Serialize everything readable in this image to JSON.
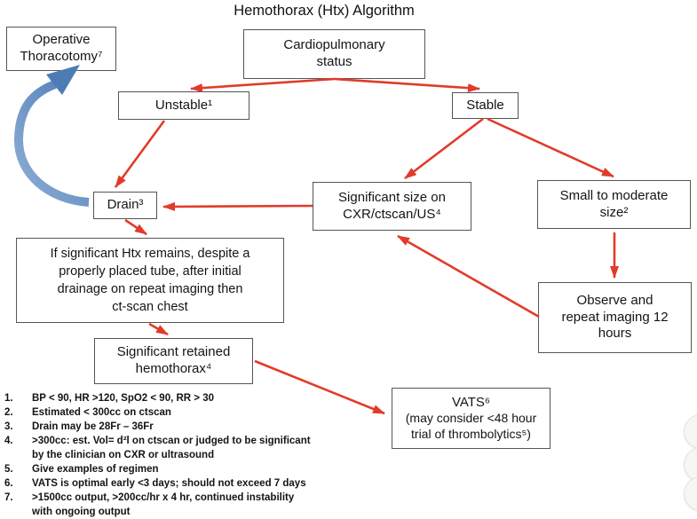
{
  "title": "Hemothorax (Htx) Algorithm",
  "nodes": {
    "operative_thoracotomy": {
      "label": "Operative\nThoracotomy⁷"
    },
    "cardiopulmonary": {
      "label": "Cardiopulmonary\nstatus"
    },
    "unstable": {
      "label": "Unstable¹"
    },
    "stable": {
      "label": "Stable"
    },
    "drain": {
      "label": "Drain³"
    },
    "significant_size": {
      "label": "Significant size on\nCXR/ctscan/US⁴"
    },
    "small_moderate": {
      "label": "Small to moderate\nsize²"
    },
    "htx_remains": {
      "label": "If significant Htx remains, despite a\nproperly placed tube,  after initial\ndrainage on repeat imaging then\nct-scan chest"
    },
    "observe": {
      "label": "Observe and\nrepeat imaging 12\nhours"
    },
    "retained_hemothorax": {
      "label": "Significant retained\nhemothorax⁴"
    },
    "vats": {
      "line1": "VATS⁶",
      "rest": "(may consider <48 hour\ntrial of thrombolytics⁵)"
    }
  },
  "footnotes": [
    {
      "num": "1.",
      "text": "BP < 90, HR >120, SpO2 < 90, RR > 30"
    },
    {
      "num": "2.",
      "text": "Estimated < 300cc on ctscan"
    },
    {
      "num": "3.",
      "text": "Drain may be 28Fr – 36Fr"
    },
    {
      "num": "4.",
      "text": ">300cc: est. Vol= d²l on ctscan or judged to be significant\nby the clinician on CXR or ultrasound"
    },
    {
      "num": "5.",
      "text": "Give examples of regimen"
    },
    {
      "num": "6.",
      "text": "VATS is optimal early <3 days; should not exceed 7 days"
    },
    {
      "num": "7.",
      "text": ">1500cc output, >200cc/hr x 4 hr, continued instability\nwith ongoing output"
    }
  ],
  "colors": {
    "arrow_red": "#e13b2a",
    "arrow_blue_dark": "#4d7cb5",
    "arrow_blue_light": "#8fafd6",
    "box_border": "#555555",
    "text": "#141414"
  }
}
